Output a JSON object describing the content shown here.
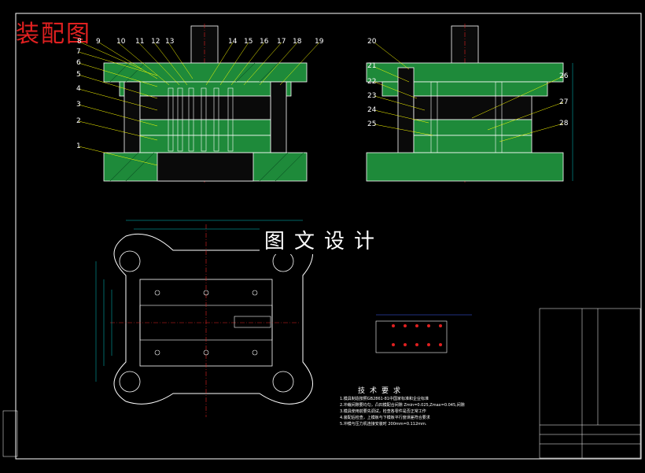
{
  "title": "装配图",
  "watermark": "图文设计",
  "tech_requirements": {
    "heading": "技术要求",
    "items": [
      "1.模具制造按照GB2861-81中国家标准和企业标准",
      "2.冲裁间隙要均匀，凸凹模配合间隙 Zmin=0.025,Zmax=0.045,间隙",
      "3.模具使用前要先调试，检查各零件是否正常工作",
      "4.装配后检查，上模板与下模板平行度误差符合要求",
      "5.冲模与压力机连接安装时 200mm=0.112mm."
    ]
  },
  "part_numbers_top": [
    "8",
    "9",
    "10",
    "11",
    "12",
    "13",
    "14",
    "15",
    "16",
    "17",
    "18",
    "19"
  ],
  "part_numbers_left": [
    "7",
    "6",
    "5",
    "4",
    "3",
    "2",
    "1"
  ],
  "part_numbers_right_view": [
    "20",
    "21",
    "22",
    "23",
    "24",
    "25",
    "26",
    "27",
    "28"
  ],
  "colors": {
    "background": "#000000",
    "outline": "#ffffff",
    "hatch": "#1e8a3a",
    "centerline": "#e02020",
    "dimension": "#00c8c8",
    "leader": "#ffff00",
    "blue": "#4060ff"
  }
}
